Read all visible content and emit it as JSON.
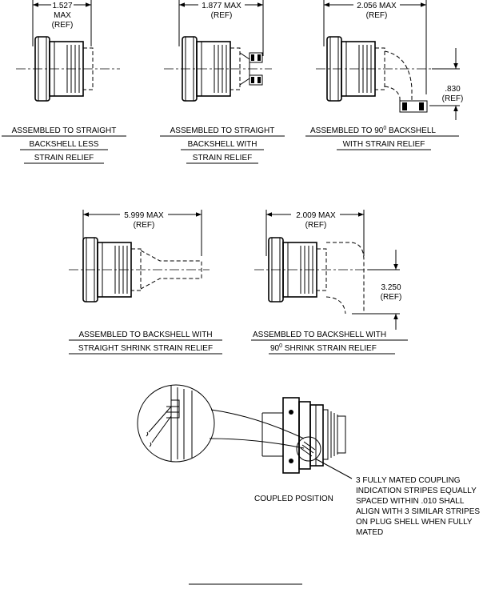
{
  "views": {
    "straight_less": {
      "dim": [
        "1.527",
        "MAX",
        "(REF)"
      ],
      "caption": [
        "ASSEMBLED TO STRAIGHT",
        "BACKSHELL LESS",
        "STRAIN RELIEF"
      ]
    },
    "straight_with": {
      "dim": [
        "1.877 MAX",
        "(REF)"
      ],
      "caption": [
        "ASSEMBLED TO STRAIGHT",
        "BACKSHELL WITH",
        "STRAIN RELIEF"
      ]
    },
    "ninety_with": {
      "dim": [
        "2.056 MAX",
        "(REF)"
      ],
      "dim_v": [
        ".830",
        "(REF)"
      ],
      "caption": [
        "ASSEMBLED TO 90",
        "0",
        " BACKSHELL",
        "WITH STRAIN RELIEF"
      ]
    },
    "shrink_straight": {
      "dim": [
        "5.999 MAX",
        "(REF)"
      ],
      "caption": [
        "ASSEMBLED TO BACKSHELL WITH",
        "STRAIGHT SHRINK STRAIN RELIEF"
      ]
    },
    "shrink_ninety": {
      "dim": [
        "2.009 MAX",
        "(REF)"
      ],
      "dim_v": [
        "3.250",
        "(REF)"
      ],
      "caption": [
        "ASSEMBLED TO BACKSHELL WITH",
        "90",
        "0",
        " SHRINK STRAIN RELIEF"
      ]
    },
    "coupled": {
      "label": "COUPLED POSITION",
      "note": [
        "3 FULLY MATED COUPLING",
        "INDICATION STRIPES EQUALLY",
        "SPACED WITHIN .010 SHALL",
        "ALIGN WITH 3 SIMILAR STRIPES",
        "ON PLUG SHELL WHEN FULLY",
        "MATED"
      ]
    }
  }
}
